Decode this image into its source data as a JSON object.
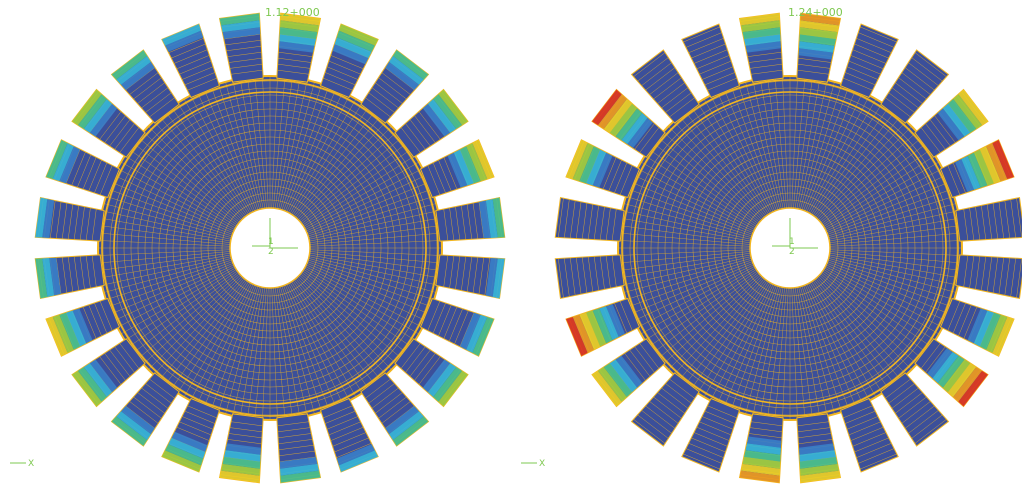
{
  "viewport": {
    "background": "#ffffff",
    "colors": {
      "mesh_fill": "#3b4f9a",
      "mesh_lines": "#f2b620",
      "triad": "#7ec850",
      "contour_scale": [
        "#3b4f9a",
        "#3a7ec8",
        "#37b7d8",
        "#4cc48a",
        "#a6d13a",
        "#f2d321",
        "#f39b1c",
        "#e5361b"
      ]
    },
    "panels": [
      {
        "id": "mode-1",
        "frequency_label": "1.12+000",
        "triad_labels": {
          "axis1": "1",
          "axis2": "2",
          "corner_x": "X"
        },
        "tooth_count": 24,
        "deformation": {
          "tooth_levels": [
            5,
            4,
            3,
            4,
            5,
            3,
            2,
            3,
            4,
            3,
            2,
            3,
            5,
            4,
            3,
            4,
            5,
            3,
            2,
            3,
            4,
            3,
            2,
            3
          ]
        }
      },
      {
        "id": "mode-2",
        "frequency_label": "1.24+000",
        "triad_labels": {
          "axis1": "1",
          "axis2": "2",
          "corner_x": "X"
        },
        "tooth_count": 24,
        "deformation": {
          "tooth_levels": [
            6,
            0,
            0,
            5,
            7,
            0,
            0,
            5,
            7,
            0,
            0,
            5,
            6,
            0,
            0,
            5,
            7,
            0,
            0,
            5,
            7,
            0,
            0,
            5
          ]
        }
      }
    ]
  }
}
